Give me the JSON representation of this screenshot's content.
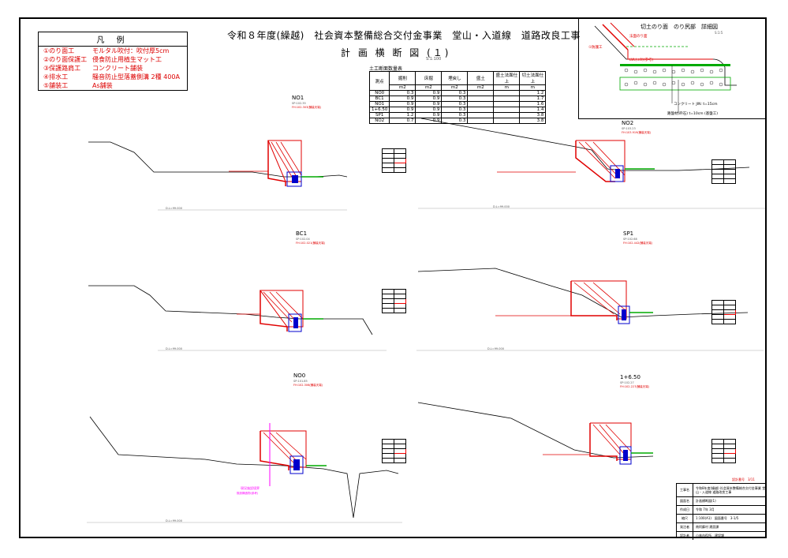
{
  "title": "令和８年度(繰越)　社会資本整備総合交付金事業　堂山・入道線　道路改良工事",
  "subtitle": "計 画 横 断 図 (１)",
  "scale_top": "S:1:100",
  "legend": {
    "heading": "凡 例",
    "items": [
      {
        "name": "①のり面工",
        "desc": "モルタル吹付：吹付厚5cm"
      },
      {
        "name": "②のり面保護工",
        "desc": "侵食防止用植生マット工"
      },
      {
        "name": "③保護路肩工",
        "desc": "コンクリート舗装"
      },
      {
        "name": "④排水工",
        "desc": "騒音防止型落蓋側溝 2種 400A"
      },
      {
        "name": "⑤舗装工",
        "desc": "As舗装"
      }
    ]
  },
  "earth_table": {
    "title": "土工断面数量表",
    "headers": [
      "測点",
      "掘削",
      "床掘",
      "埋戻し",
      "盛土",
      "盛土法面仕上",
      "切土法面仕上"
    ],
    "units": [
      "",
      "m2",
      "m2",
      "m2",
      "m2",
      "m",
      "m"
    ],
    "rows": [
      [
        "NO0",
        "0.3",
        "0.9",
        "0.3",
        "",
        "",
        "1.2"
      ],
      [
        "BC1",
        "0.9",
        "0.9",
        "0.3",
        "",
        "",
        "1.7"
      ],
      [
        "NO1",
        "0.9",
        "0.9",
        "0.3",
        "",
        "",
        "1.6"
      ],
      [
        "1+6.50",
        "0.9",
        "0.9",
        "0.3",
        "",
        "",
        "1.4"
      ],
      [
        "SP1",
        "1.2",
        "0.9",
        "0.3",
        "",
        "",
        "3.8"
      ],
      [
        "NO2",
        "0.7",
        "0.9",
        "0.3",
        "",
        "",
        "3.8"
      ]
    ]
  },
  "detail": {
    "title": "切土のり面　のり尻部　詳細図",
    "scale": "S:1:5",
    "labels": {
      "slope": "法面のり面",
      "fall": "①防護工",
      "lvl": "LVL(±0)(参考)",
      "conc": "コンクリート JIN: t=15cm",
      "base": "路盤材(砕石) t=10cm (基盤工)"
    }
  },
  "sections": [
    {
      "id": "no1",
      "name": "NO1",
      "sub1": "SP:102.35",
      "sub2": "FH:102.303(舗装天端)"
    },
    {
      "id": "no2",
      "name": "NO2",
      "sub1": "SP:103.23",
      "sub2": "FH:103.919(舗装天端)"
    },
    {
      "id": "bc1",
      "name": "BC1",
      "sub1": "SP:102.04",
      "sub2": "FH:102.021(舗装天端)"
    },
    {
      "id": "sp1",
      "name": "SP1",
      "sub1": "SP:102.68",
      "sub2": "FH:102.442(舗装天端)"
    },
    {
      "id": "no0",
      "name": "NO0",
      "sub1": "SP:101.85",
      "sub2": "FH:102.306(舗装天端)"
    },
    {
      "id": "p650",
      "name": "1+6.50",
      "sub1": "SP:102.27",
      "sub2": "FH:102.227(舗装天端)"
    }
  ],
  "datum_label": "D.L=99.000",
  "no0_note": {
    "line1": "現況施設境界",
    "line2": "既設構造物(参考)"
  },
  "title_block": {
    "drawing_number": "設計番号　3/11",
    "rows": [
      {
        "k": "工事名",
        "v": "令和8年度(繰越) 社会資本整備総合交付金事業 堂山・入道線 道路改良工事"
      },
      {
        "k": "図面名",
        "v": "計画横断図(1)"
      },
      {
        "k": "作成日",
        "v": "令和 7年 3月"
      },
      {
        "k": "縮尺",
        "v": "1:100(A1)　図面番号　3-1/5"
      },
      {
        "k": "発注者",
        "v": "南阿蘇村 建設課"
      },
      {
        "k": "設計者",
        "v": "小林市役所　建設課"
      }
    ]
  },
  "colors": {
    "red": "#e00000",
    "blue": "#0000cc",
    "green": "#00aa00",
    "magenta": "#ff00ff"
  }
}
